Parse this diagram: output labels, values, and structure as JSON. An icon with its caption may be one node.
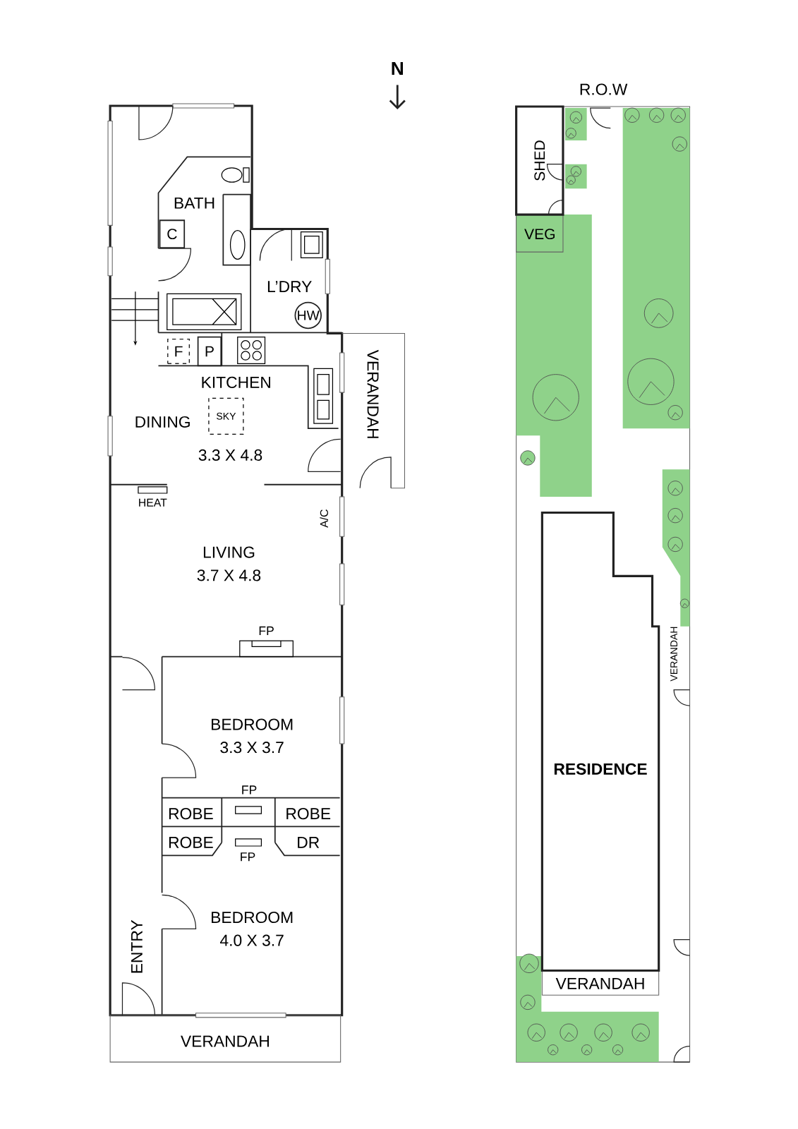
{
  "diagram": {
    "nodes": [
      {
        "text": [
          "SHED"
        ]
      },
      {
        "text": [
          "C"
        ]
      },
      {
        "text": [
          "HW"
        ]
      },
      {
        "text": [
          "F"
        ]
      },
      {
        "text": [
          "P"
        ]
      },
      {
        "text": [
          "RESIDENCE"
        ]
      }
    ],
    "labels": [
      "N",
      "R.O.W",
      "BATH",
      "L’DRY",
      "KITCHEN",
      "SKY",
      "DINING",
      "3.3 X 4.8",
      "VERANDAH",
      "VEG",
      "HEAT",
      "A/C",
      "LIVING",
      "3.7 X 4.8",
      "FP",
      "BEDROOM",
      "3.3 X 3.7",
      "FP",
      "ROBE",
      "ROBE",
      "ROBE",
      "DR",
      "FP",
      "BEDROOM",
      "4.0 X 3.7",
      "ENTRY",
      "VERANDAH",
      "VERANDAH",
      "VERANDAH"
    ]
  }
}
